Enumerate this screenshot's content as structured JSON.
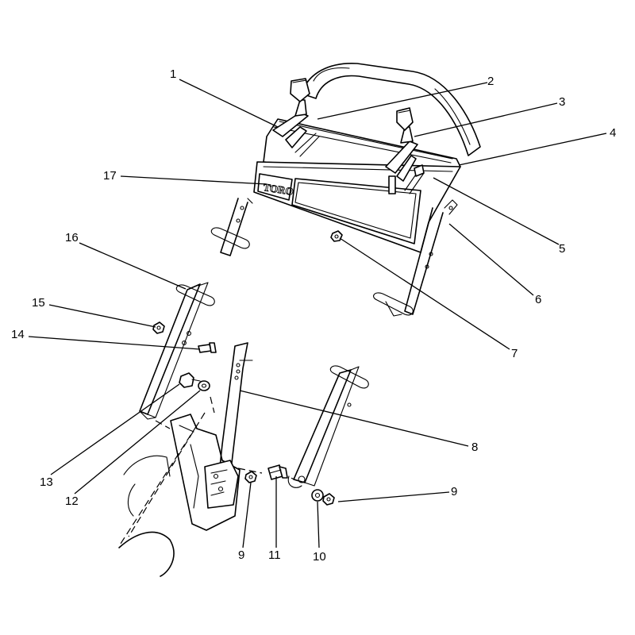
{
  "brand_logo": "TORO",
  "callouts": [
    "1",
    "2",
    "3",
    "4",
    "5",
    "6",
    "7",
    "8",
    "9",
    "9",
    "10",
    "11",
    "12",
    "13",
    "14",
    "15",
    "16",
    "17"
  ]
}
